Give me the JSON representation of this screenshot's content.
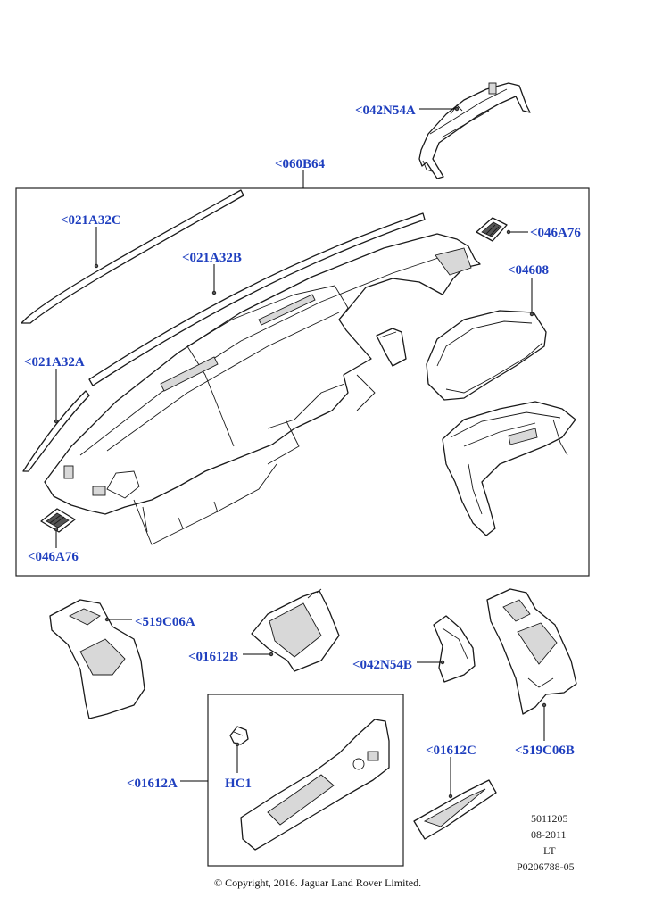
{
  "callouts": {
    "top_bracket": "<042N54A",
    "assembly": "<060B64",
    "strip_c": "<021A32C",
    "strip_b": "<021A32B",
    "strip_a": "<021A32A",
    "vent_right": "<046A76",
    "vent_left": "<046A76",
    "cluster_hood": "<04608",
    "panel_left": "<519C06A",
    "bezel_b": "<01612B",
    "bracket_small": "<042N54B",
    "panel_right": "<519C06B",
    "console_trim": "<01612A",
    "clip": "HC1",
    "bezel_c": "<01612C"
  },
  "footer": {
    "code1": "5011205",
    "date": "08-2011",
    "lt": "LT",
    "ref": "P0206788-05",
    "copyright": "© Copyright, 2016. Jaguar Land Rover Limited."
  }
}
